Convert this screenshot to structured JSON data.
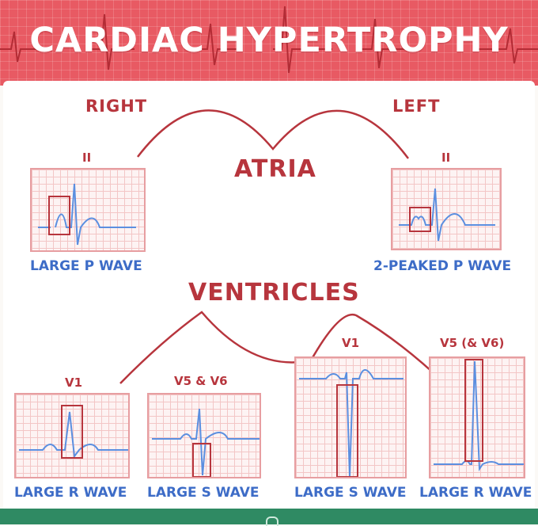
{
  "title": "CARDIAC HYPERTROPHY",
  "atria": {
    "section_label": "ATRIA",
    "right_label": "RIGHT",
    "left_label": "LEFT",
    "right_lead": "II",
    "left_lead": "II",
    "right_caption": "LARGE P WAVE",
    "left_caption": "2-PEAKED P WAVE"
  },
  "ventricles": {
    "section_label": "VENTRICLES",
    "right_leads": [
      "V1",
      "V5 & V6"
    ],
    "right_captions": [
      "LARGE R WAVE",
      "LARGE S WAVE"
    ],
    "left_leads": [
      "V1",
      "V5 (& V6)"
    ],
    "left_captions": [
      "LARGE S WAVE",
      "LARGE R WAVE"
    ]
  },
  "colors": {
    "accent_red": "#b7353d",
    "header_red": "#e85a63",
    "trace_blue": "#5b8fe0",
    "caption_blue": "#3d6cc7",
    "footer_green": "#2f8a63"
  }
}
